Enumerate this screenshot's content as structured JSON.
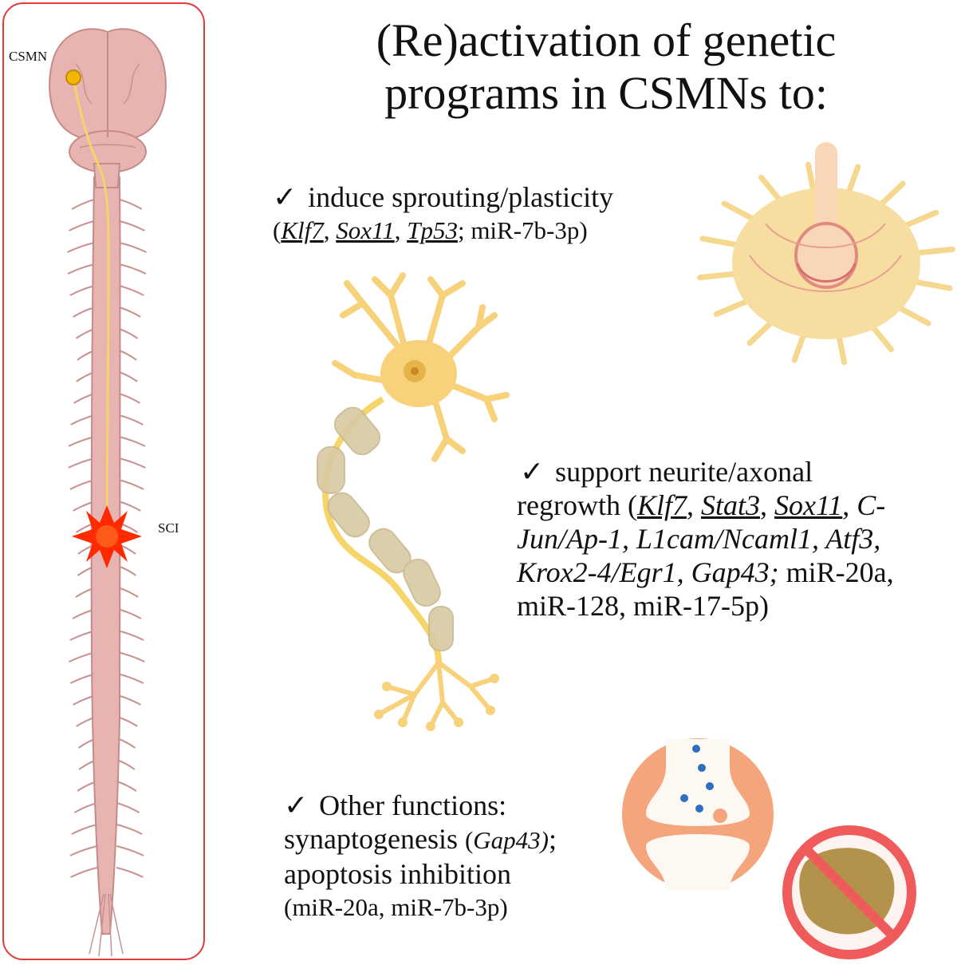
{
  "labels": {
    "csmn": "CSMN",
    "sci": "SCI"
  },
  "title": {
    "line1": "(Re)activation of genetic",
    "line2": "programs in CSMNs to:"
  },
  "check": "✓",
  "sprouting": {
    "heading": "induce sprouting/plasticity",
    "open": "(",
    "g1": "Klf7",
    "sep1": ", ",
    "g2": "Sox11",
    "sep2": ", ",
    "g3": "Tp53",
    "rest": "; miR-7b-3p)"
  },
  "regrowth": {
    "heading": "support neurite/axonal",
    "l2a": "regrowth (",
    "g1": "Klf7",
    "s1": ", ",
    "g2": "Stat3",
    "s2": ", ",
    "g3": "Sox11",
    "s3": ", ",
    "g4": "C-",
    "l3": "Jun/Ap-1, L1cam/Ncaml1, Atf3,",
    "l4i": "Krox2-4/Egr1, Gap43;",
    "l4r": " miR-20a,",
    "l5": "miR-128, miR-17-5p)"
  },
  "other": {
    "heading": "Other functions:",
    "l2a": "synaptogenesis ",
    "l2b": "(",
    "l2g": "Gap43)",
    "l2c": ";",
    "l3": "apoptosis inhibition",
    "l4": "(miR-20a, miR-7b-3p)"
  },
  "colors": {
    "panel_border": "#e23a3a",
    "brain": "#e7b4b1",
    "brain_line": "#c48b88",
    "neuron": "#f7d27b",
    "axon": "#f5d46a",
    "sci": "#ff2a00",
    "synapse": "#f4a57b",
    "vesicle": "#2e6fc2",
    "no_sign": "#ef5a5a",
    "debris": "#b3924c"
  }
}
